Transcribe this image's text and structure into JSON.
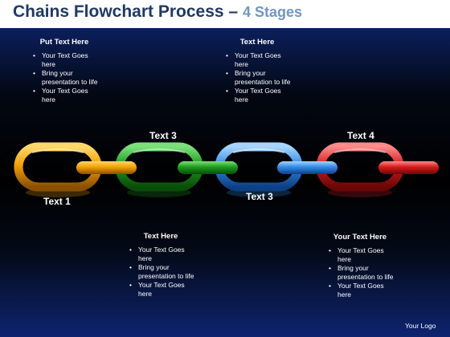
{
  "title": {
    "main": "Chains Flowchart Process",
    "dash": "–",
    "stages": "4 Stages"
  },
  "boxes": [
    {
      "header": "Put Text Here",
      "bullets": [
        "Your Text Goes here",
        "Bring your presentation to life",
        "Your Text Goes here"
      ]
    },
    {
      "header": "Text Here",
      "bullets": [
        "Your Text Goes here",
        "Bring your presentation to life",
        "Your Text Goes here"
      ]
    },
    {
      "header": "Text Here",
      "bullets": [
        "Your Text Goes here",
        "Bring your presentation to life",
        "Your Text Goes here"
      ]
    },
    {
      "header": "Your Text Here",
      "bullets": [
        "Your Text Goes here",
        "Bring your presentation to life",
        "Your Text Goes here"
      ]
    }
  ],
  "labels": {
    "link1": "Text 1",
    "link2": "Text 3",
    "link3": "Text 3",
    "link4": "Text 4"
  },
  "colors": {
    "link1": "#f5a000",
    "link2": "#1a9c1a",
    "link3": "#2f8be6",
    "link4": "#d61a1a"
  },
  "logo": "Your Logo"
}
